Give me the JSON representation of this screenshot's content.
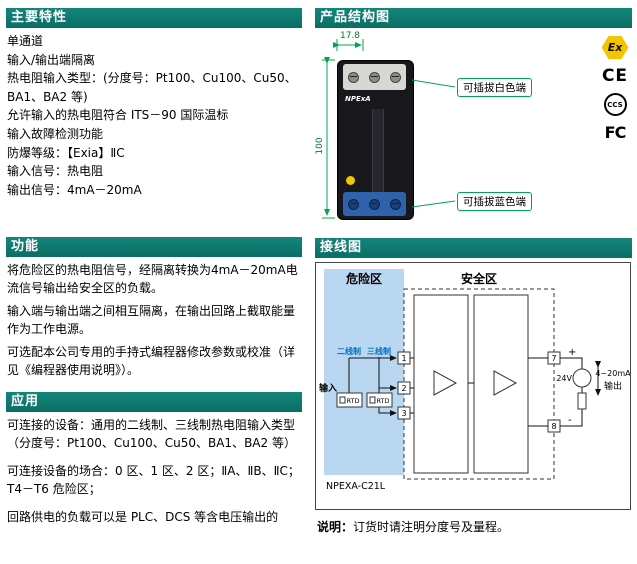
{
  "page": {
    "accent_teal": "#0e7c72",
    "dimension_green": "#00A550",
    "hazard_blue": "#B9D7F0",
    "wire_label_blue": "#0070C0"
  },
  "features": {
    "title": "主要特性",
    "items": [
      "单通道",
      "输入/输出端隔离",
      "热电阻输入类型：(分度号：Pt100、Cu100、Cu50、BA1、BA2 等)",
      "允许输入的热电阻符合 ITS－90 国际温标",
      "输入故障检测功能",
      "防爆等级：【Exia】ⅡC",
      "输入信号：热电阻",
      "输出信号：4mA－20mA"
    ]
  },
  "function": {
    "title": "功能",
    "paragraphs": [
      "将危险区的热电阻信号，经隔离转换为4mA－20mA电流信号输出给安全区的负载。",
      "输入端与输出端之间相互隔离，在输出回路上截取能量作为工作电源。",
      "可选配本公司专用的手持式编程器修改参数或校准（详见《编程器使用说明》）。"
    ]
  },
  "application": {
    "title": "应用",
    "paragraphs": [
      "可连接的设备：通用的二线制、三线制热电阻输入类型（分度号：Pt100、Cu100、Cu50、BA1、BA2 等）",
      "可连接设备的场合：0 区、1 区、2 区；ⅡA、ⅡB、ⅡC；T4－T6 危险区；",
      "回路供电的负载可以是 PLC、DCS 等含电压输出的"
    ]
  },
  "structure": {
    "title": "产品结构图",
    "dim_width": "17.8",
    "dim_height": "100",
    "device_logo": "NPExA",
    "white_terminal_label": "可插拔白色端",
    "blue_terminal_label": "可插拔蓝色端",
    "cert_atex": "Ex",
    "cert_ce": "CE",
    "cert_ccs": "CCS",
    "cert_fcc": "FC"
  },
  "wiring": {
    "title": "接线图",
    "hazard_zone": "危险区",
    "safe_zone": "安全区",
    "two_wire_label": "二线制",
    "three_wire_label": "三线制",
    "input_label": "输入",
    "rtd_label_1": "RTD",
    "rtd_label_2": "RTD",
    "terminal_1": "1",
    "terminal_2": "2",
    "terminal_3": "3",
    "terminal_7": "7",
    "terminal_8": "8",
    "plus": "+",
    "minus": "-",
    "supply_label": "24V",
    "output_label_line1": "4~20mA",
    "output_label_line2": "输出",
    "model": "NPEXA-C21L",
    "note_label": "说明：",
    "note_text": "订货时请注明分度号及量程。"
  }
}
